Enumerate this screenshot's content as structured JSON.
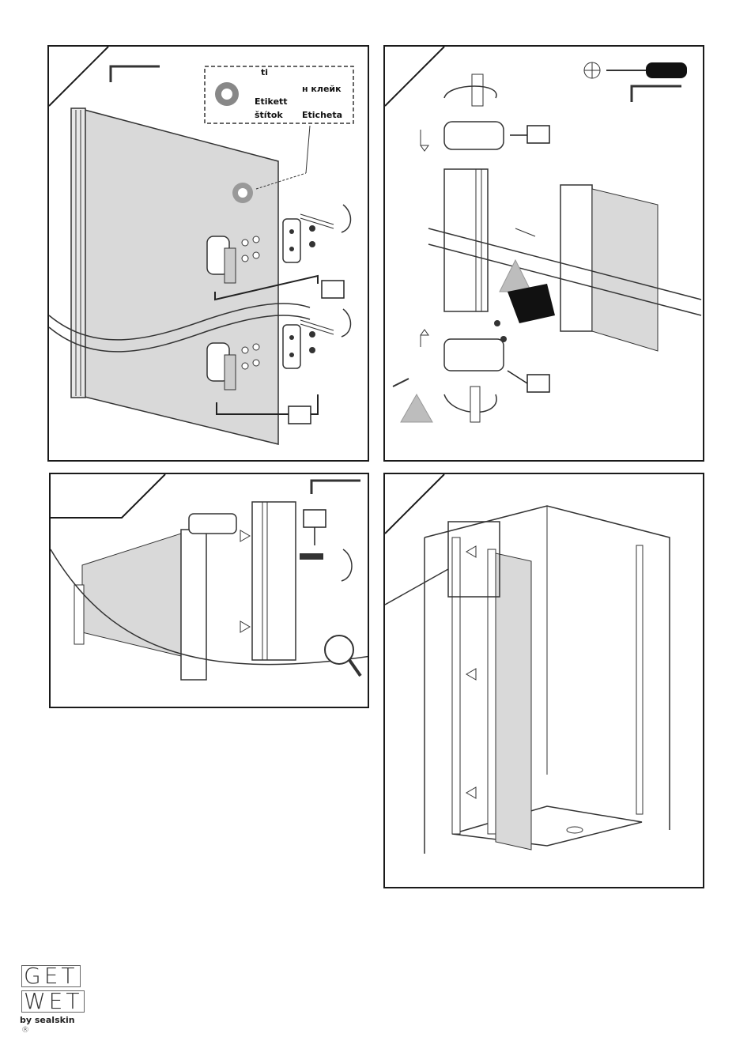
{
  "labels": {
    "label_ti": "ti",
    "label_ru": "н клейк",
    "label_etikett": "Etikett",
    "label_stitok": "štítok",
    "label_eticheta": "Eticheta"
  },
  "logo": {
    "line1": "GET",
    "line2": "WET",
    "reg": "®",
    "byline": "by sealskin"
  },
  "colors": {
    "glass": "#d9d9d9",
    "stroke": "#1a1a1a",
    "warning": "#bdbdbd"
  }
}
